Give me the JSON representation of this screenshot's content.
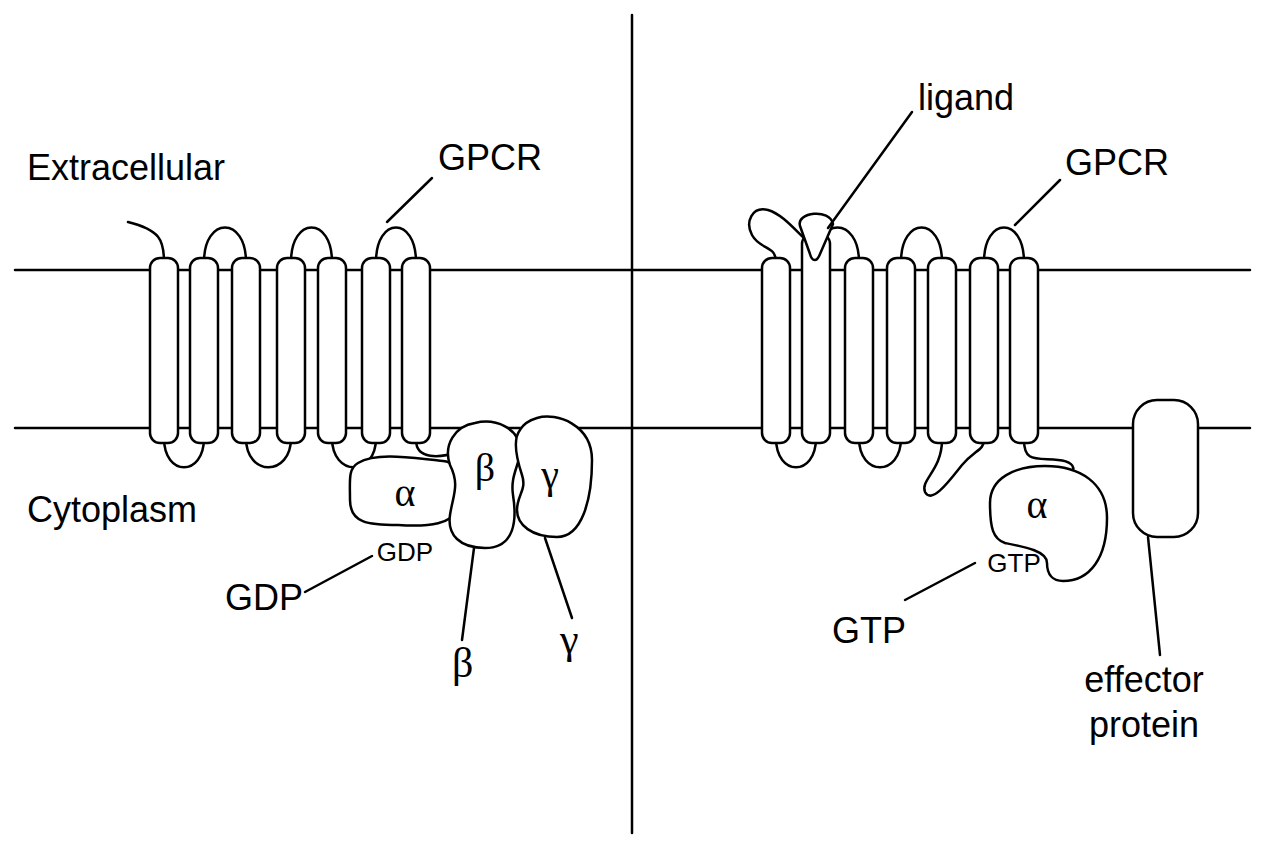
{
  "diagram": {
    "nodes": [
      {
        "text": [
          "α",
          "GDP"
        ]
      },
      {
        "text": [
          "β"
        ]
      },
      {
        "text": [
          "γ"
        ]
      },
      {
        "text": [
          "α",
          "GTP"
        ]
      }
    ],
    "labels": [
      "Extracellular",
      "GPCR",
      "Cytoplasm",
      "GDP",
      "β",
      "γ",
      "ligand",
      "GPCR",
      "GTP",
      "effector protein"
    ]
  }
}
